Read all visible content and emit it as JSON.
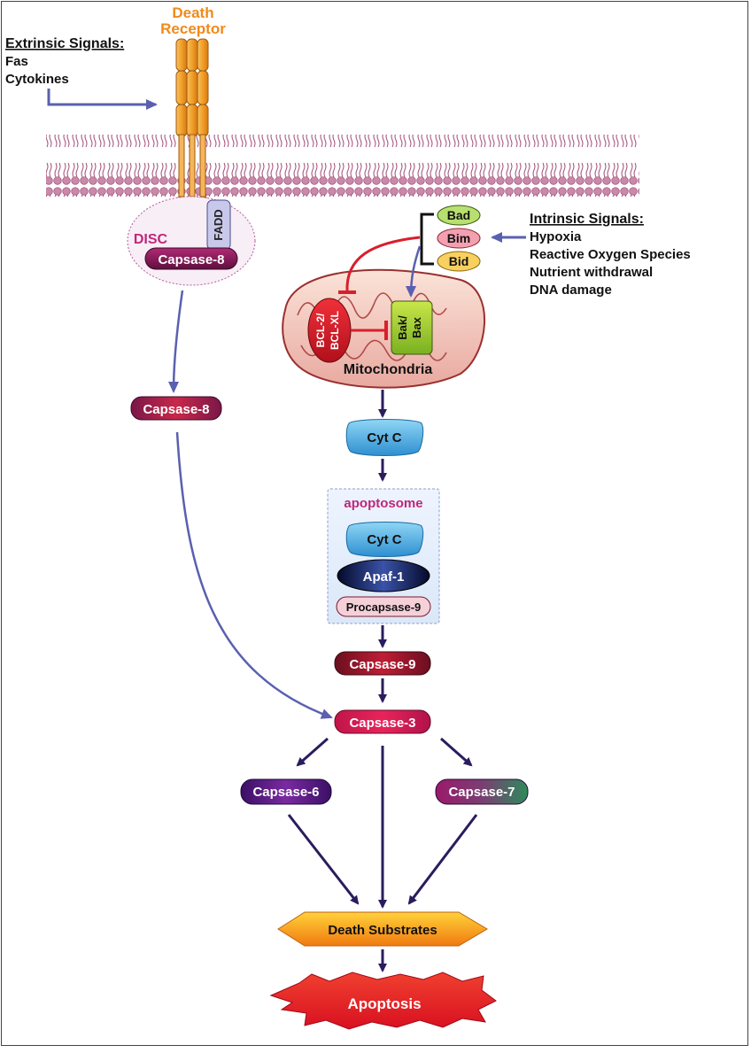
{
  "death_receptor": {
    "line1": "Death",
    "line2": "Receptor"
  },
  "extrinsic": {
    "title": "Extrinsic Signals:",
    "items": [
      "Fas",
      "Cytokines"
    ]
  },
  "intrinsic": {
    "title": "Intrinsic Signals:",
    "items": [
      "Hypoxia",
      "Reactive Oxygen Species",
      "Nutrient withdrawal",
      "DNA damage"
    ]
  },
  "disc": {
    "label": "DISC",
    "fadd": "FADD",
    "caspase8": "Capsase-8"
  },
  "bh3": [
    "Bad",
    "Bim",
    "Bid"
  ],
  "mito": {
    "bcl_line1": "BCL-2/",
    "bcl_line2": "BCL-XL",
    "bak_line1": "Bak/",
    "bak_line2": "Bax",
    "label": "Mitochondria"
  },
  "caspase8_free": "Capsase-8",
  "cytc": "Cyt C",
  "apoptosome": {
    "title": "apoptosome",
    "cytc": "Cyt C",
    "apaf": "Apaf-1",
    "procaspase9": "Procapsase-9"
  },
  "caspase9": "Capsase-9",
  "caspase3": "Capsase-3",
  "caspase6": "Capsase-6",
  "caspase7": "Capsase-7",
  "death_substrates": "Death Substrates",
  "apoptosis": "Apoptosis",
  "colors": {
    "arrow": "#2b1c5e",
    "blue_arrow": "#5a60b0",
    "inhibit": "#d81f2c",
    "receptor": "#f0a02a",
    "membrane": "#b4527e"
  }
}
